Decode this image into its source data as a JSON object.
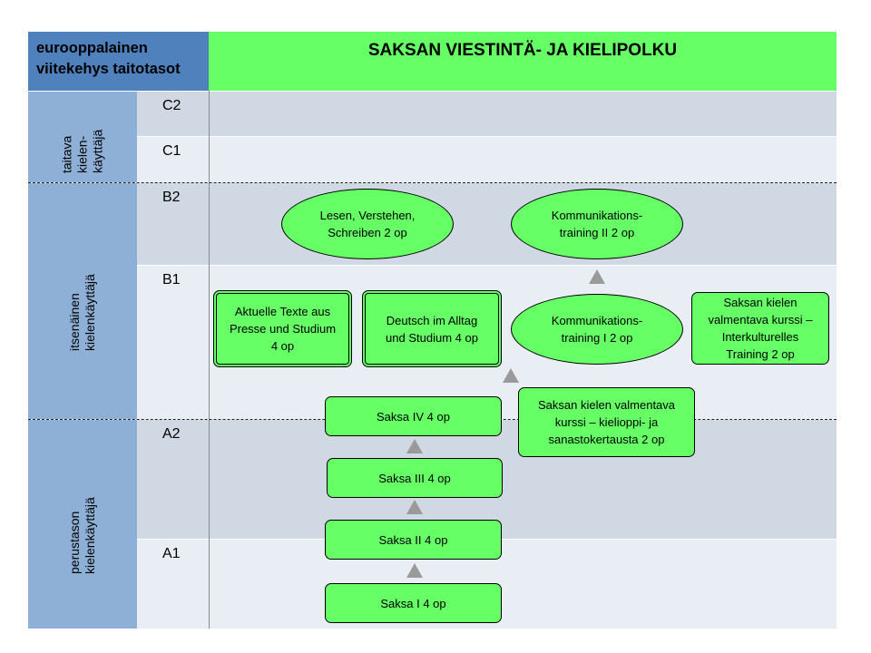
{
  "header": {
    "framework_title": "eurooppalainen viitekehys taitotasot",
    "path_title": "SAKSAN VIESTINTÄ- JA KIELIPOLKU"
  },
  "categories": [
    {
      "label": "taitava kielen- käyttäjä"
    },
    {
      "label": "itsenäinen kielenkäyttäjä"
    },
    {
      "label": "perustason kielenkäyttäjä"
    }
  ],
  "levels": [
    "C2",
    "C1",
    "B2",
    "B1",
    "A2",
    "A1"
  ],
  "courses": {
    "lesen": "Lesen, Verstehen, Schreiben 2 op",
    "komm2": "Kommunikations- training II 2 op",
    "aktuelle": "Aktuelle Texte aus Presse und Studium 4 op",
    "alltag": "Deutsch im Alltag und Studium 4 op",
    "komm1": "Kommunikations- training I 2 op",
    "interkult": "Saksan kielen valmentava kurssi – Interkulturelles Training 2 op",
    "valmentava": "Saksan kielen valmentava kurssi – kielioppi- ja sanastokertausta 2 op",
    "saksa4": "Saksa IV 4 op",
    "saksa3": "Saksa III 4 op",
    "saksa2": "Saksa II 4 op",
    "saksa1": "Saksa I 4 op"
  },
  "colors": {
    "header_blue": "#4f81bd",
    "header_green": "#66ff66",
    "category_blue": "#8fb0d6",
    "course_green": "#66ff66",
    "arrow_grey": "#9a9a9a"
  }
}
